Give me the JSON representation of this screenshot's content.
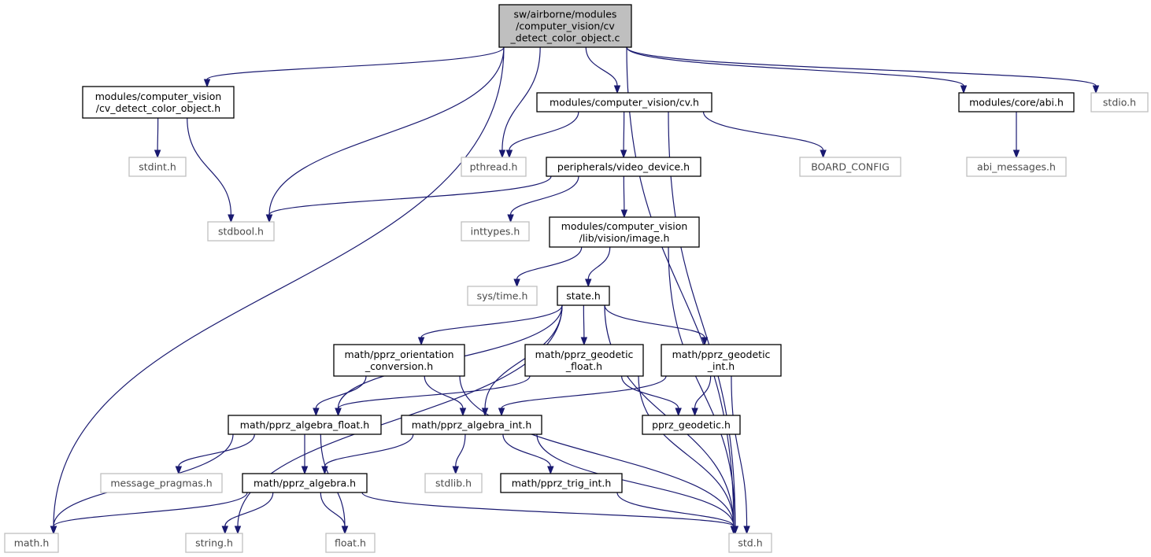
{
  "graph": {
    "nodes": [
      {
        "id": "root",
        "kind": "root",
        "lines": [
          "sw/airborne/modules",
          "/computer_vision/cv",
          "_detect_color_object.c"
        ]
      },
      {
        "id": "cvdh",
        "kind": "solid",
        "lines": [
          "modules/computer_vision",
          "/cv_detect_color_object.h"
        ]
      },
      {
        "id": "cvh",
        "kind": "solid",
        "lines": [
          "modules/computer_vision/cv.h"
        ]
      },
      {
        "id": "abih",
        "kind": "solid",
        "lines": [
          "modules/core/abi.h"
        ]
      },
      {
        "id": "stdioh",
        "kind": "ext",
        "lines": [
          "stdio.h"
        ]
      },
      {
        "id": "stdinth",
        "kind": "ext",
        "lines": [
          "stdint.h"
        ]
      },
      {
        "id": "pthreadh",
        "kind": "ext",
        "lines": [
          "pthread.h"
        ]
      },
      {
        "id": "videodev",
        "kind": "solid",
        "lines": [
          "peripherals/video_device.h"
        ]
      },
      {
        "id": "boardcfg",
        "kind": "ext",
        "lines": [
          "BOARD_CONFIG"
        ]
      },
      {
        "id": "abimsg",
        "kind": "ext",
        "lines": [
          "abi_messages.h"
        ]
      },
      {
        "id": "stdboolh",
        "kind": "ext",
        "lines": [
          "stdbool.h"
        ]
      },
      {
        "id": "inttypesh",
        "kind": "ext",
        "lines": [
          "inttypes.h"
        ]
      },
      {
        "id": "imageh",
        "kind": "solid",
        "lines": [
          "modules/computer_vision",
          "/lib/vision/image.h"
        ]
      },
      {
        "id": "systimeh",
        "kind": "ext",
        "lines": [
          "sys/time.h"
        ]
      },
      {
        "id": "stateh",
        "kind": "solid",
        "lines": [
          "state.h"
        ]
      },
      {
        "id": "orient",
        "kind": "solid",
        "lines": [
          "math/pprz_orientation",
          "_conversion.h"
        ]
      },
      {
        "id": "geofloat",
        "kind": "solid",
        "lines": [
          "math/pprz_geodetic",
          "_float.h"
        ]
      },
      {
        "id": "geoint",
        "kind": "solid",
        "lines": [
          "math/pprz_geodetic",
          "_int.h"
        ]
      },
      {
        "id": "algfloat",
        "kind": "solid",
        "lines": [
          "math/pprz_algebra_float.h"
        ]
      },
      {
        "id": "algint",
        "kind": "solid",
        "lines": [
          "math/pprz_algebra_int.h"
        ]
      },
      {
        "id": "pprzgeo",
        "kind": "solid",
        "lines": [
          "pprz_geodetic.h"
        ]
      },
      {
        "id": "msgprag",
        "kind": "ext",
        "lines": [
          "message_pragmas.h"
        ]
      },
      {
        "id": "algebra",
        "kind": "solid",
        "lines": [
          "math/pprz_algebra.h"
        ]
      },
      {
        "id": "stdlibh",
        "kind": "ext",
        "lines": [
          "stdlib.h"
        ]
      },
      {
        "id": "trigint",
        "kind": "solid",
        "lines": [
          "math/pprz_trig_int.h"
        ]
      },
      {
        "id": "mathh",
        "kind": "ext",
        "lines": [
          "math.h"
        ]
      },
      {
        "id": "stringh",
        "kind": "ext",
        "lines": [
          "string.h"
        ]
      },
      {
        "id": "floath",
        "kind": "ext",
        "lines": [
          "float.h"
        ]
      },
      {
        "id": "stdh",
        "kind": "ext",
        "lines": [
          "std.h"
        ]
      }
    ],
    "edges": [
      [
        "root",
        "cvdh"
      ],
      [
        "root",
        "stdboolh"
      ],
      [
        "root",
        "mathh"
      ],
      [
        "root",
        "pthreadh"
      ],
      [
        "root",
        "cvh"
      ],
      [
        "root",
        "abih"
      ],
      [
        "root",
        "stdioh"
      ],
      [
        "root",
        "stdh"
      ],
      [
        "cvdh",
        "stdinth"
      ],
      [
        "cvdh",
        "stdboolh"
      ],
      [
        "cvh",
        "pthreadh"
      ],
      [
        "cvh",
        "videodev"
      ],
      [
        "cvh",
        "boardcfg"
      ],
      [
        "cvh",
        "stdh"
      ],
      [
        "abih",
        "abimsg"
      ],
      [
        "videodev",
        "stdboolh"
      ],
      [
        "videodev",
        "inttypesh"
      ],
      [
        "videodev",
        "imageh"
      ],
      [
        "imageh",
        "systimeh"
      ],
      [
        "imageh",
        "stateh"
      ],
      [
        "imageh",
        "stdh"
      ],
      [
        "stateh",
        "algfloat"
      ],
      [
        "stateh",
        "stringh"
      ],
      [
        "stateh",
        "orient"
      ],
      [
        "stateh",
        "algint"
      ],
      [
        "stateh",
        "geofloat"
      ],
      [
        "stateh",
        "geoint"
      ],
      [
        "stateh",
        "stdh"
      ],
      [
        "orient",
        "algfloat"
      ],
      [
        "orient",
        "algint"
      ],
      [
        "orient",
        "stdh"
      ],
      [
        "geofloat",
        "algfloat"
      ],
      [
        "geofloat",
        "pprzgeo"
      ],
      [
        "geofloat",
        "stdh"
      ],
      [
        "geoint",
        "algint"
      ],
      [
        "geoint",
        "pprzgeo"
      ],
      [
        "geoint",
        "stdh"
      ],
      [
        "algfloat",
        "mathh"
      ],
      [
        "algfloat",
        "msgprag"
      ],
      [
        "algfloat",
        "algebra"
      ],
      [
        "algfloat",
        "floath"
      ],
      [
        "algint",
        "algebra"
      ],
      [
        "algint",
        "stdlibh"
      ],
      [
        "algint",
        "trigint"
      ],
      [
        "algint",
        "stdh"
      ],
      [
        "algebra",
        "mathh"
      ],
      [
        "algebra",
        "stringh"
      ],
      [
        "algebra",
        "floath"
      ],
      [
        "algebra",
        "stdh"
      ],
      [
        "trigint",
        "stdh"
      ]
    ]
  }
}
